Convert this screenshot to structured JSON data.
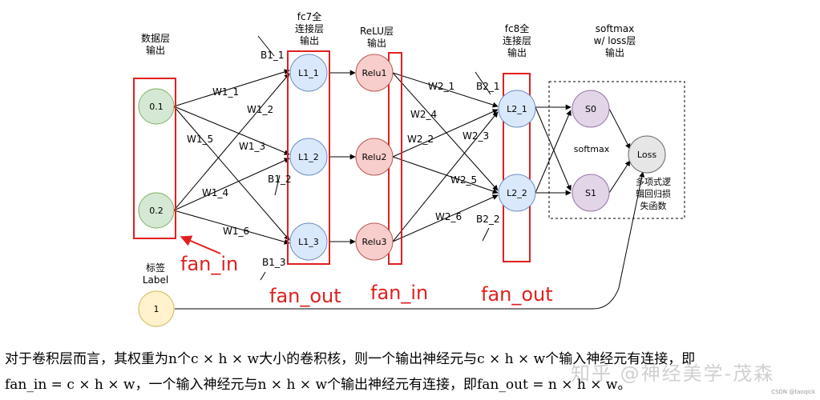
{
  "layers": {
    "data": [
      "数据层",
      "输出"
    ],
    "fc7": [
      "fc7全",
      "连接层",
      "输出"
    ],
    "relu": [
      "ReLU层",
      "输出"
    ],
    "fc8": [
      "fc8全",
      "连接层",
      "输出"
    ],
    "softmax_loss": [
      "softmax",
      "w/ loss层",
      "输出"
    ],
    "label": [
      "标签",
      "Label"
    ]
  },
  "nodes": {
    "input1": "0.1",
    "input2": "0.2",
    "l1_1": "L1_1",
    "l1_2": "L1_2",
    "l1_3": "L1_3",
    "relu1": "Relu1",
    "relu2": "Relu2",
    "relu3": "Relu3",
    "l2_1": "L2_1",
    "l2_2": "L2_2",
    "s0": "S0",
    "s1": "S1",
    "loss": "Loss",
    "label_node": "1"
  },
  "weights": {
    "w1_1": "W1_1",
    "w1_2": "W1_2",
    "w1_3": "W1_3",
    "w1_4": "W1_4",
    "w1_5": "W1_5",
    "w1_6": "W1_6",
    "w2_1": "W2_1",
    "w2_2": "W2_2",
    "w2_3": "W2_3",
    "w2_4": "W2_4",
    "w2_5": "W2_5",
    "w2_6": "W2_6"
  },
  "biases": {
    "b1_1": "B1_1",
    "b1_2": "B1_2",
    "b1_3": "B1_3",
    "b2_1": "B2_1",
    "b2_2": "B2_2"
  },
  "softmax_label": "softmax",
  "loss_caption": [
    "多项式逻",
    "辑回归损",
    "失函数"
  ],
  "annotations": {
    "fan_in_1": "fan_in",
    "fan_out_1": "fan_out",
    "fan_in_2": "fan_in",
    "fan_out_2": "fan_out"
  },
  "paragraph": {
    "line1": "对于卷积层而言，其权重为n个c × h × w大小的卷积核，则一个输出神经元与c × h × w个输入神经元有连接，即",
    "line2": "fan_in = c × h × w，一个输入神经元与n × h × w个输出神经元有连接，即fan_out = n × h × w。"
  },
  "watermark": "知乎 @神经美学-茂森",
  "csdn_tag": "CSDN @taoqick",
  "colors": {
    "green_fill": "#d5e8d4",
    "green_stroke": "#82b366",
    "blue_fill": "#dae8fc",
    "blue_stroke": "#6c8ebf",
    "red_fill": "#f8cecc",
    "red_stroke": "#b85450",
    "purple_fill": "#e1d5e7",
    "purple_stroke": "#9673a6",
    "gray_fill": "#e6e6e6",
    "gray_stroke": "#666666",
    "yellow_fill": "#fff2cc",
    "yellow_stroke": "#d6b656",
    "highlight": "#e02020"
  }
}
